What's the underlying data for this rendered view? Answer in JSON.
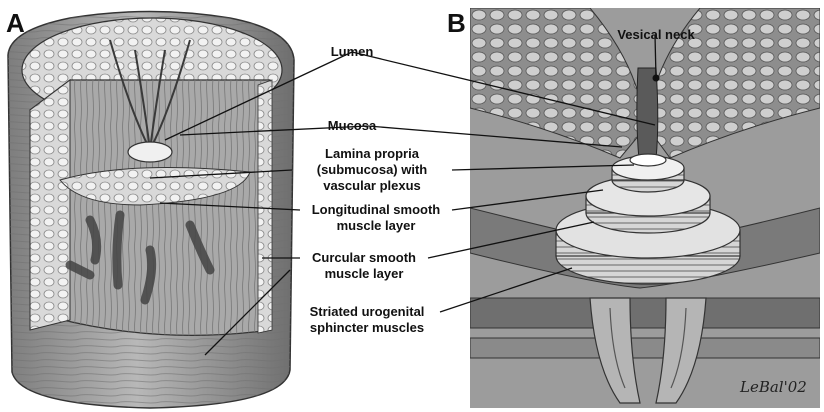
{
  "panels": {
    "a": "A",
    "b": "B"
  },
  "labels": {
    "lumen": "Lumen",
    "mucosa": "Mucosa",
    "lamina": [
      "Lamina propria",
      "(submucosa) with",
      "vascular plexus"
    ],
    "longitudinal": [
      "Longitudinal smooth",
      "muscle layer"
    ],
    "circular": [
      "Curcular smooth",
      "muscle layer"
    ],
    "striated": [
      "Striated urogenital",
      "sphincter muscles"
    ],
    "vesical_neck": "Vesical neck"
  },
  "signature": "LeBal'02",
  "colors": {
    "tissue_light": "#c9c9c9",
    "tissue_mid": "#9a9a9a",
    "tissue_dark": "#5a5a5a",
    "leader_line": "#111111"
  }
}
